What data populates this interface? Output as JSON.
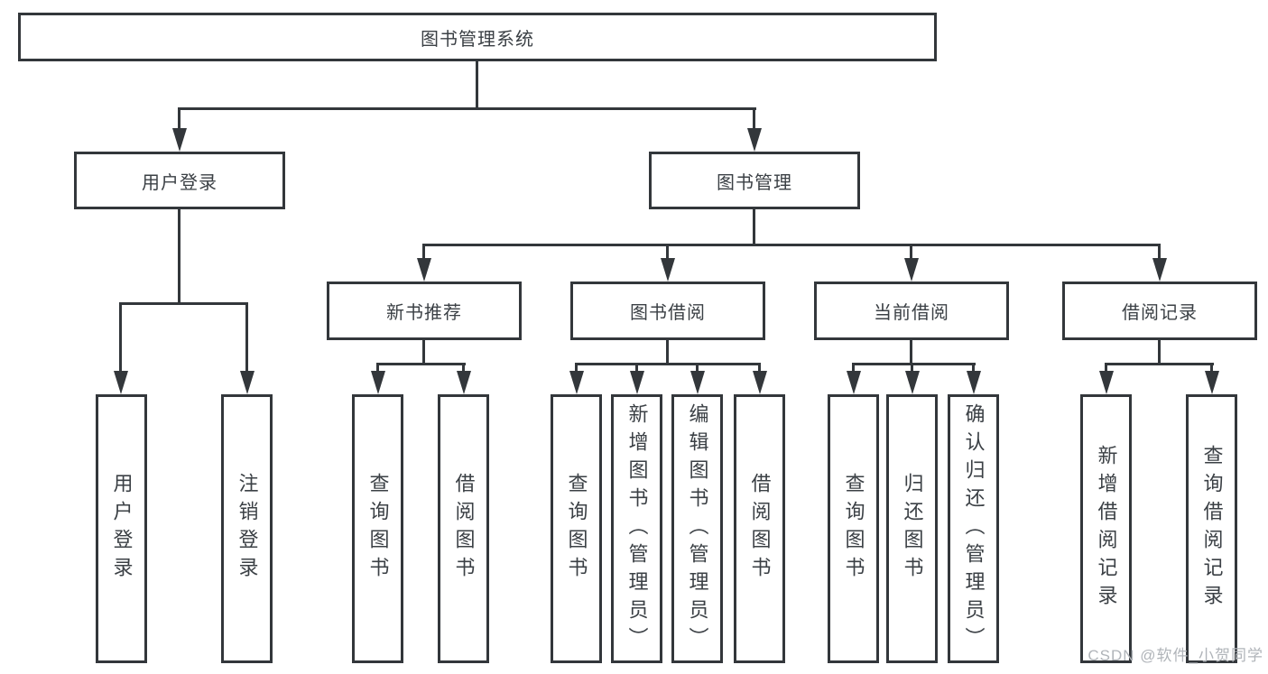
{
  "diagram": {
    "title": "图书管理系统",
    "level2": [
      {
        "label": "用户登录"
      },
      {
        "label": "图书管理"
      }
    ],
    "level3": [
      {
        "label": "新书推荐"
      },
      {
        "label": "图书借阅"
      },
      {
        "label": "当前借阅"
      },
      {
        "label": "借阅记录"
      }
    ],
    "leaves": {
      "user_login": [
        "用户登录",
        "注销登录"
      ],
      "new_book_recommend": [
        "查询图书",
        "借阅图书"
      ],
      "book_borrow": [
        "查询图书",
        "新增图书（管理员）",
        "编辑图书（管理员）",
        "借阅图书"
      ],
      "current_borrow": [
        "查询图书",
        "归还图书",
        "确认归还（管理员）"
      ],
      "borrow_records": [
        "新增借阅记录",
        "查询借阅记录"
      ]
    },
    "watermark": "CSDN @软件_小贺同学",
    "colors": {
      "line": "#33373b",
      "text": "#3b4045",
      "watermark": "#b0b4b9",
      "background": "#ffffff"
    }
  }
}
